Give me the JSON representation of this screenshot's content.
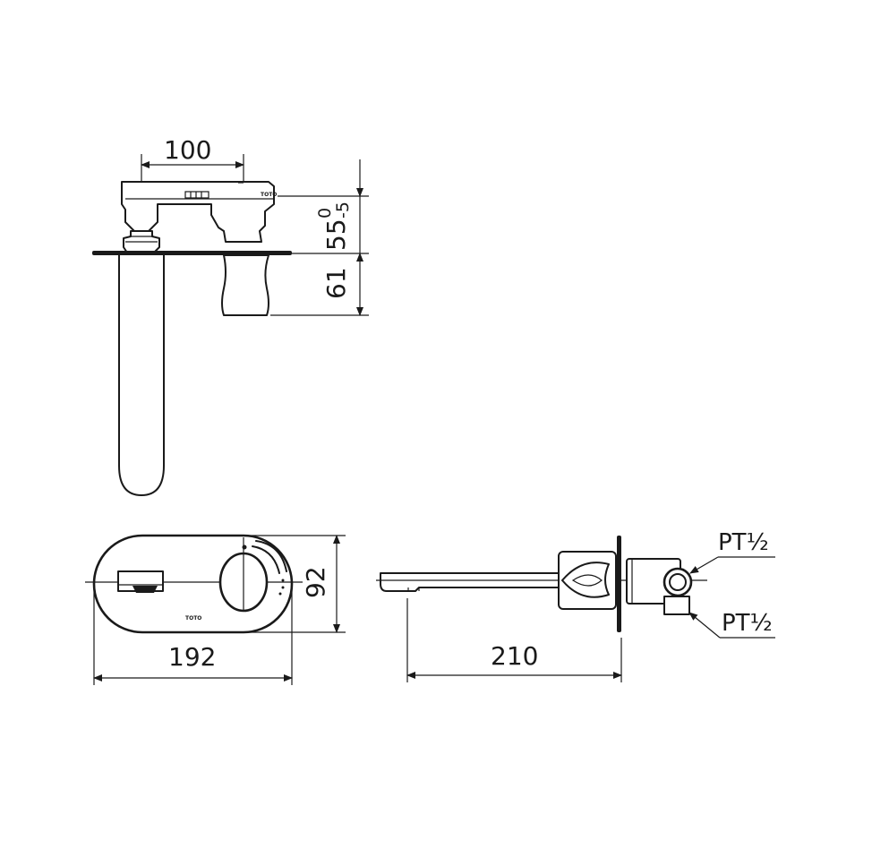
{
  "dimensions": {
    "top_width": "100",
    "top_height_main": "55",
    "top_height_tol_upper": "0",
    "top_height_tol_lower": "-5",
    "handle_depth": "61",
    "front_width": "192",
    "front_height": "92",
    "side_length": "210"
  },
  "callouts": {
    "pipe_upper": "PT½",
    "pipe_lower": "PT½"
  },
  "markings": {
    "brand": "TOTO"
  },
  "colors": {
    "line": "#1a1a1a",
    "background": "#ffffff"
  }
}
